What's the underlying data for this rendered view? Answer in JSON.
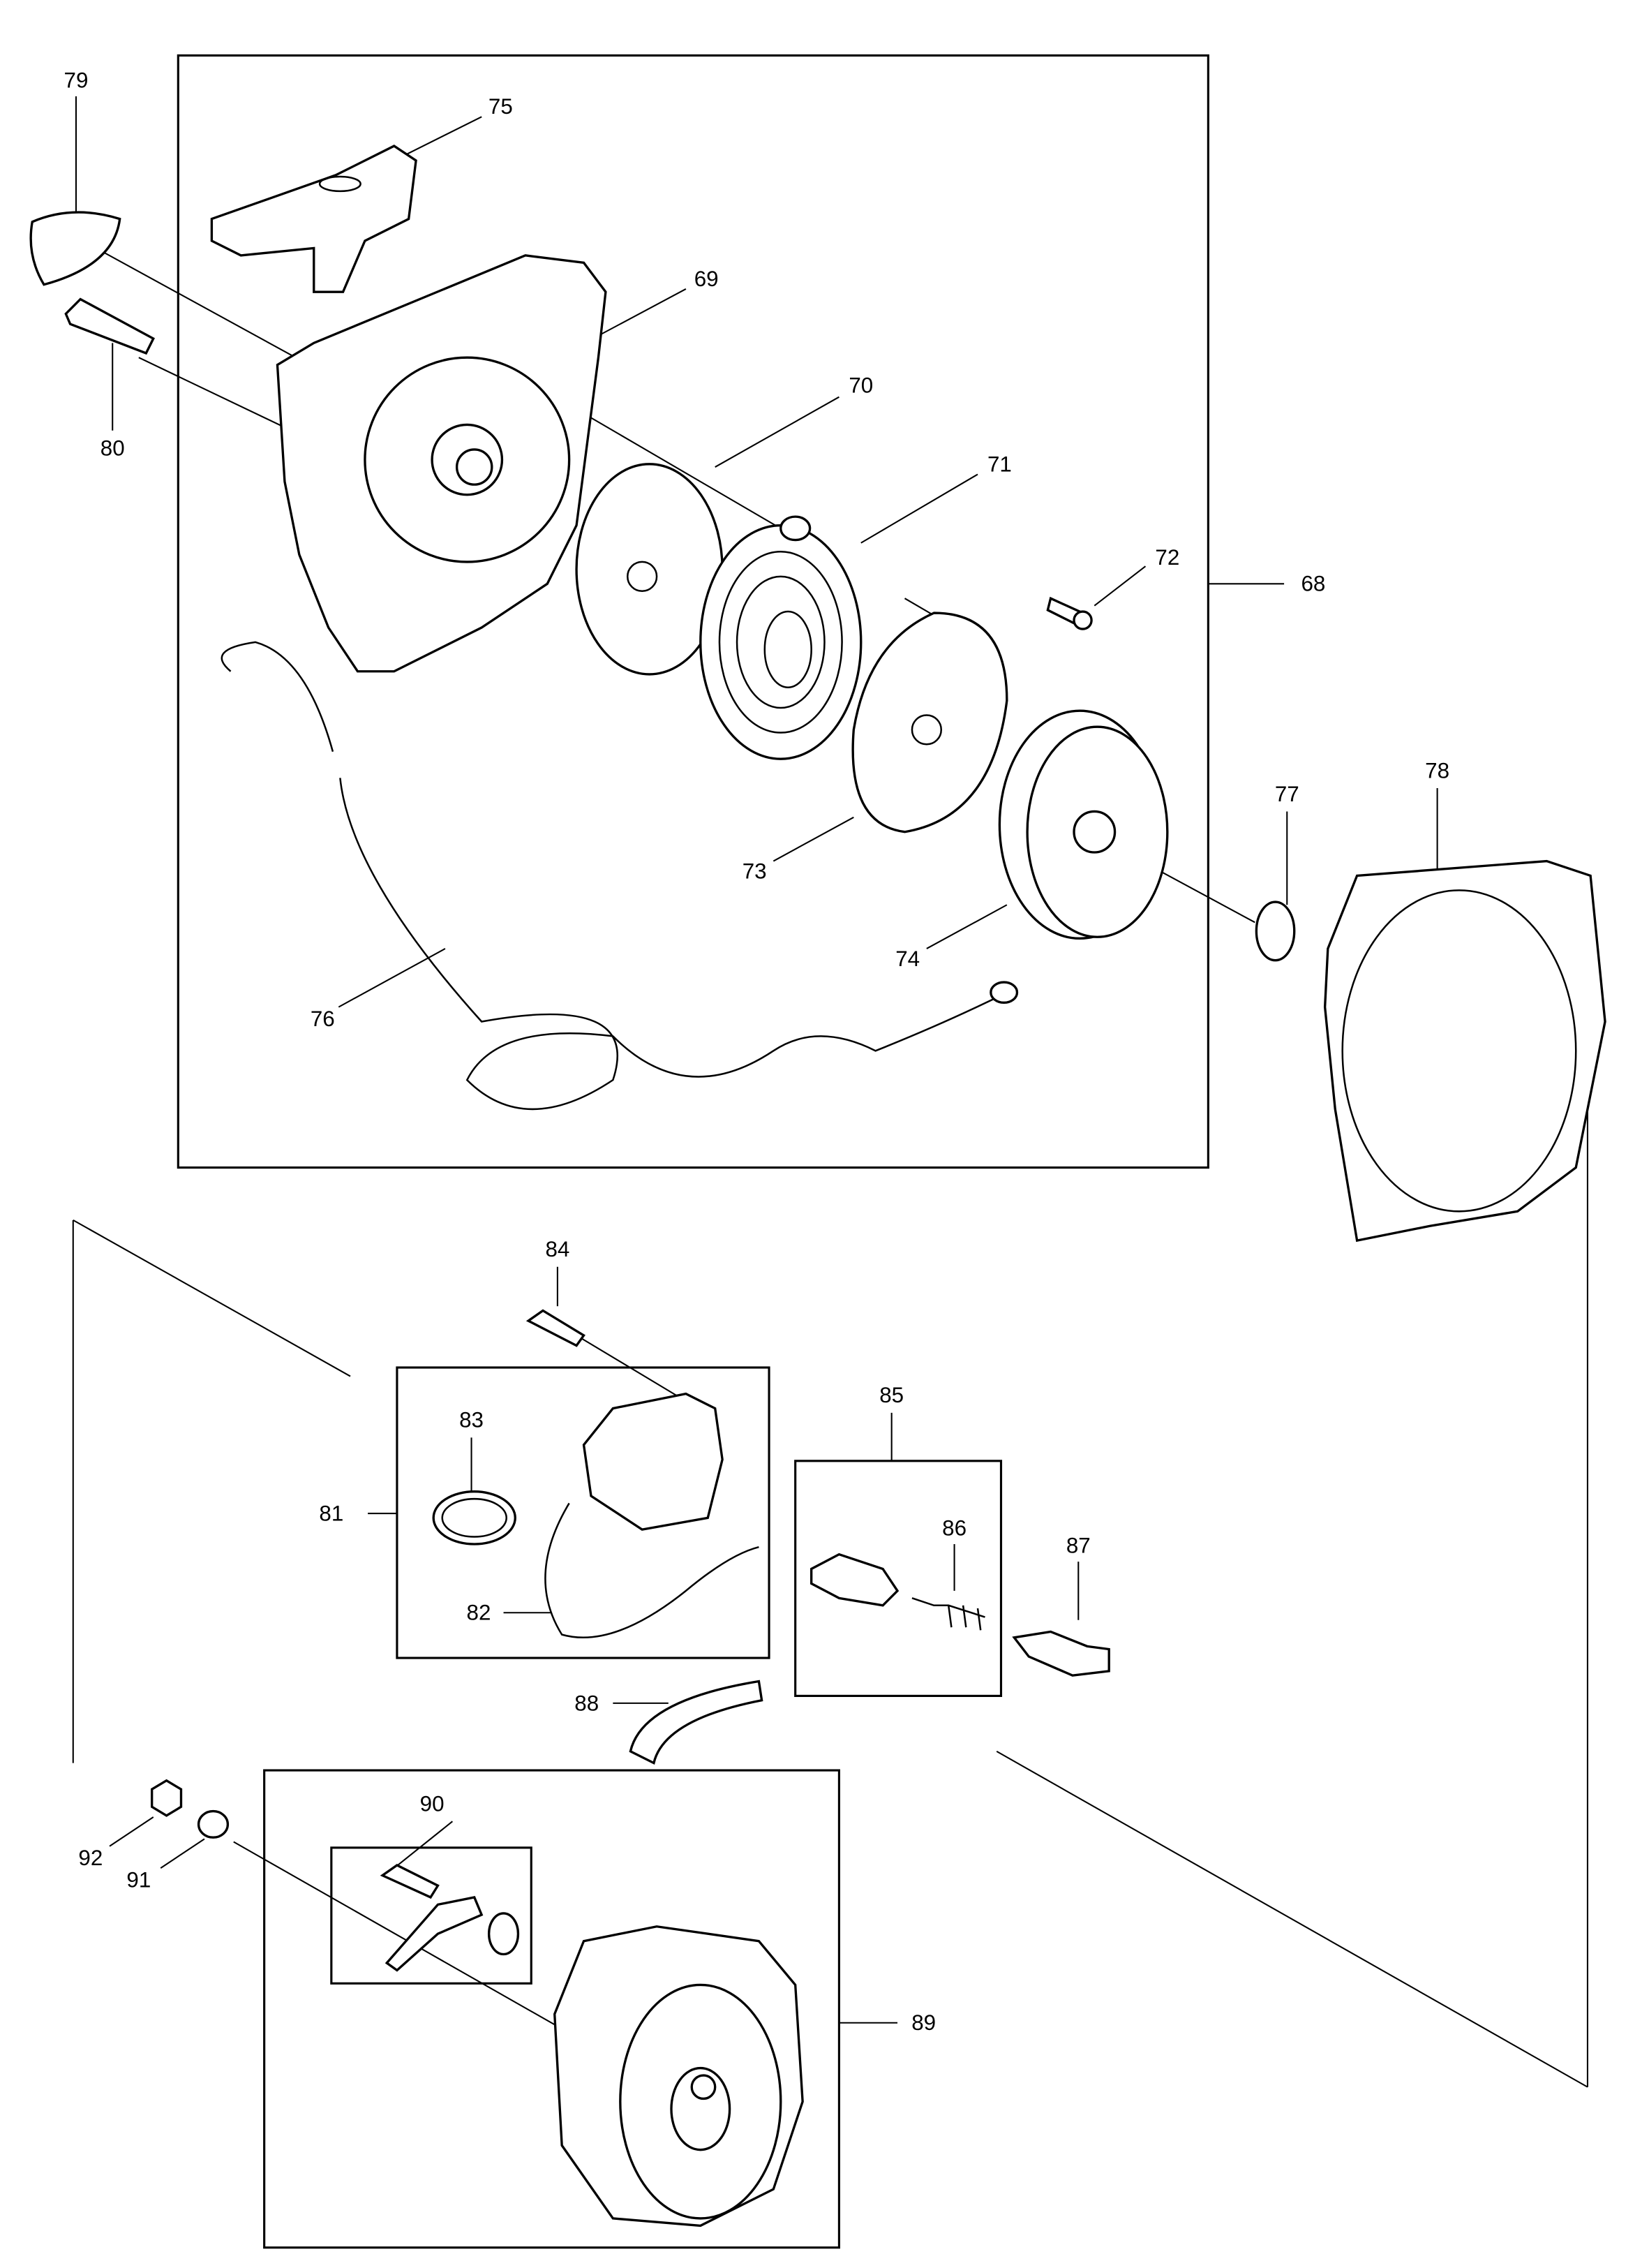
{
  "diagram": {
    "part_numbers": {
      "p68": "68",
      "p69": "69",
      "p70": "70",
      "p71": "71",
      "p72": "72",
      "p73": "73",
      "p74": "74",
      "p75": "75",
      "p76": "76",
      "p77": "77",
      "p78": "78",
      "p79": "79",
      "p80": "80",
      "p81": "81",
      "p82": "82",
      "p83": "83",
      "p84": "84",
      "p85": "85",
      "p86": "86",
      "p87": "87",
      "p88": "88",
      "p89": "89",
      "p90": "90",
      "p91": "91",
      "p92": "92"
    }
  }
}
